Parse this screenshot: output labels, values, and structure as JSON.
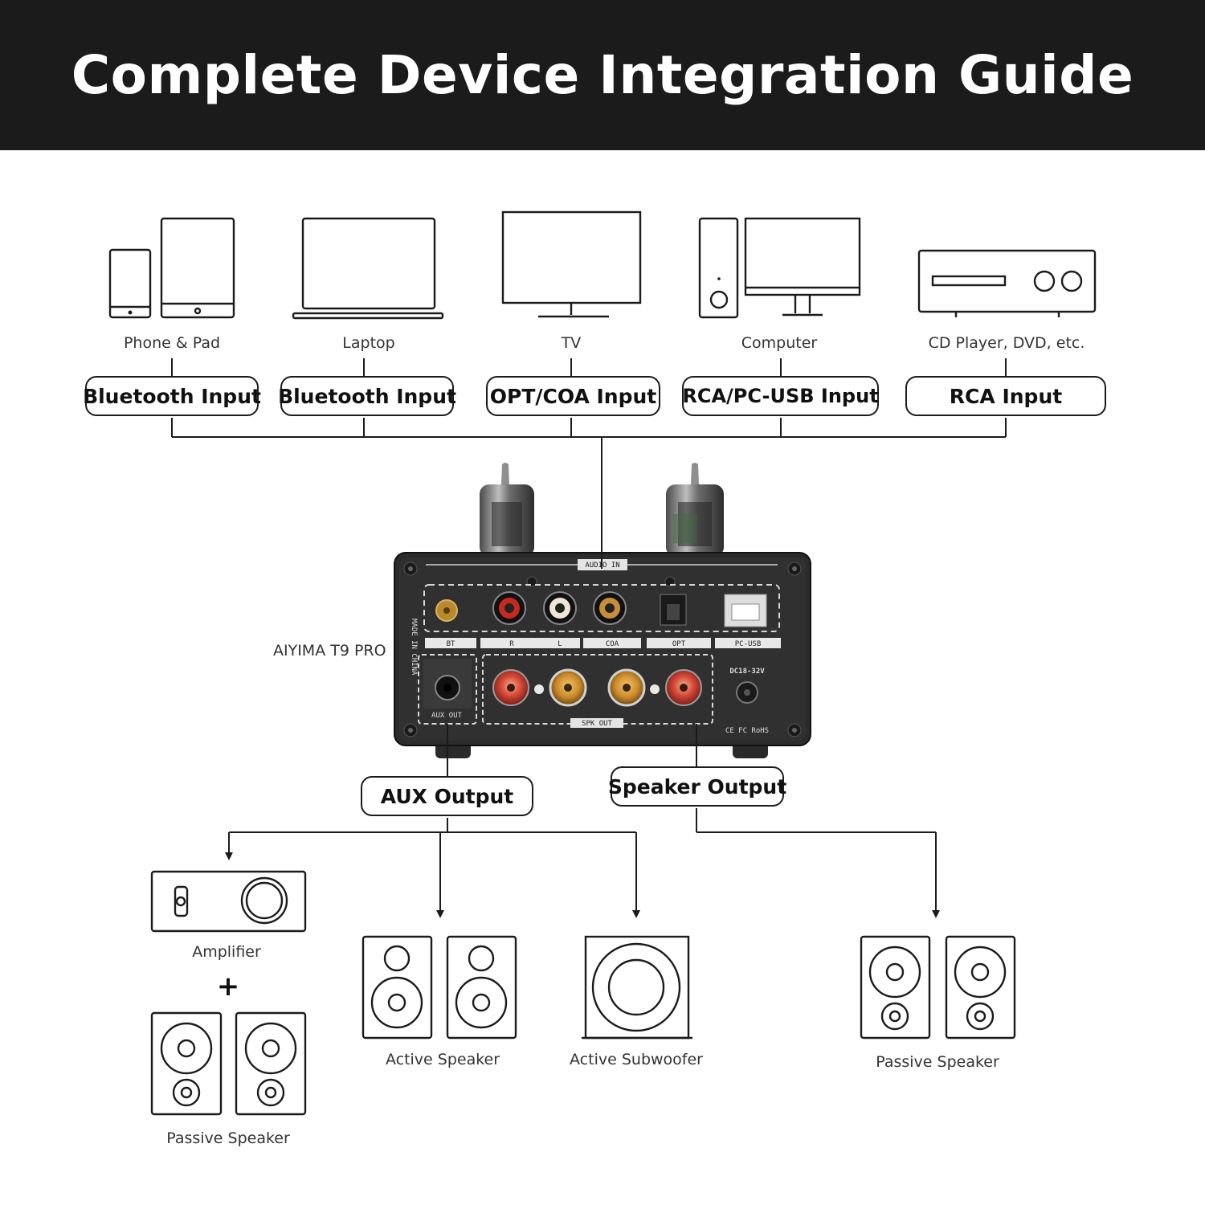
{
  "header": {
    "title": "Complete Device Integration Guide"
  },
  "sources": [
    {
      "label": "Phone & Pad",
      "input": "Bluetooth Input"
    },
    {
      "label": "Laptop",
      "input": "Bluetooth Input"
    },
    {
      "label": "TV",
      "input": "OPT/COA Input"
    },
    {
      "label": "Computer",
      "input": "RCA/PC-USB Input"
    },
    {
      "label": "CD Player, DVD, etc.",
      "input": "RCA Input"
    }
  ],
  "device": {
    "name": "AIYIMA T9 PRO",
    "panel": {
      "audio_in": "AUDIO IN",
      "bt": "BT",
      "r": "R",
      "l": "L",
      "coa": "COA",
      "opt": "OPT",
      "pcusb": "PC-USB",
      "made_in": "MADE IN CHINA",
      "aux_out": "AUX OUT",
      "spk_out": "SPK OUT",
      "dc": "DC18-32V",
      "cert": "CE FC RoHS"
    }
  },
  "outputs": {
    "aux": "AUX Output",
    "speaker": "Speaker Output"
  },
  "targets": {
    "amplifier": "Amplifier",
    "plus": "+",
    "passive_left": "Passive Speaker",
    "active_speaker": "Active Speaker",
    "active_subwoofer": "Active Subwoofer",
    "passive_right": "Passive Speaker"
  },
  "colors": {
    "header_bg": "#1b1b1b",
    "line": "#1b1b1b",
    "device_body": "#2b2b2b"
  }
}
